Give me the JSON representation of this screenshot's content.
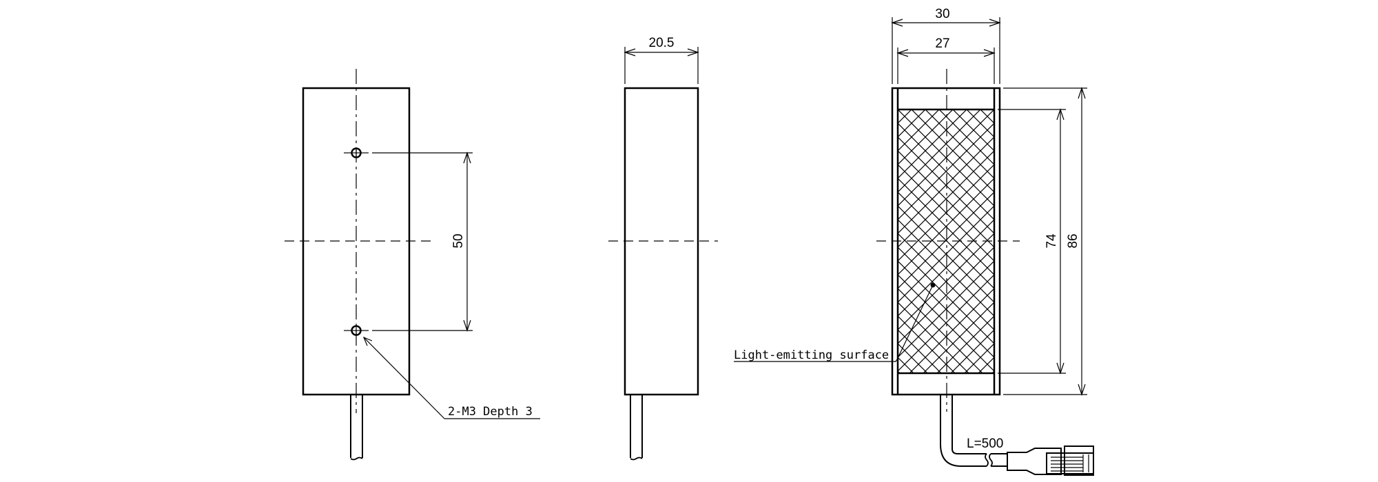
{
  "drawing": {
    "front_view": {
      "hole_pitch": "50",
      "hole_note": "2-M3 Depth 3"
    },
    "side_view": {
      "depth": "20.5"
    },
    "emitting_view": {
      "outer_width": "30",
      "inner_width": "27",
      "emitting_height": "74",
      "total_height": "86",
      "surface_label": "Light-emitting surface",
      "cable_length": "L=500"
    }
  }
}
